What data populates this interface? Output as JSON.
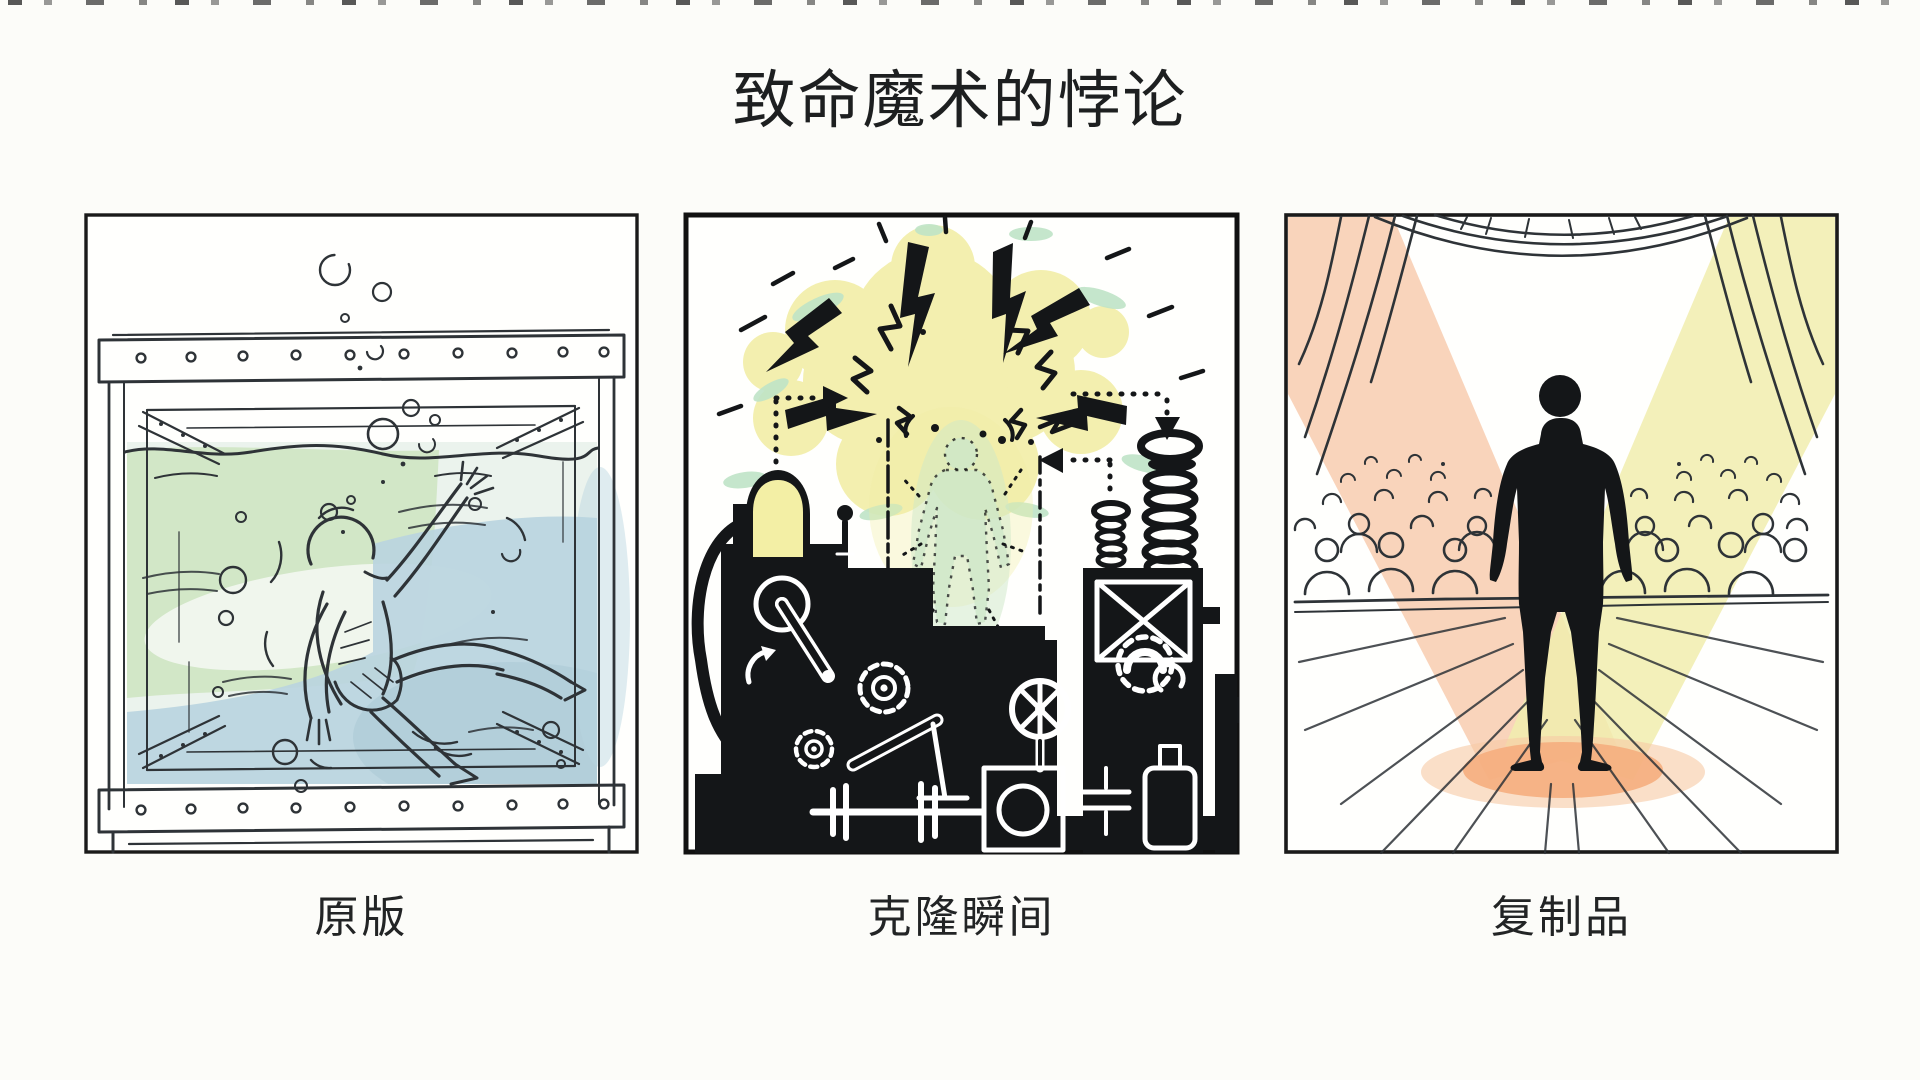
{
  "page": {
    "title": "致命魔术的悖论"
  },
  "panels": [
    {
      "label": "原版",
      "scene": "man-drowning-inside-riveted-glass-water-tank"
    },
    {
      "label": "克隆瞬间",
      "scene": "tesla-machine-electric-burst-cloning-figure"
    },
    {
      "label": "复制品",
      "scene": "black-silhouette-man-on-stage-with-spotlights-and-audience"
    }
  ],
  "colors": {
    "bg": "#fcfcf9",
    "ink": "#141618",
    "line": "#2e3337",
    "water-pale": "#e7f1ea",
    "water-green": "#cfe5c2",
    "water-blue": "#b9d4df",
    "water-deep": "#a9c9d6",
    "bubble-teal": "#b9ddd3",
    "spark-yellow": "#f1eda2",
    "spark-green": "#bfe4c7",
    "clone-green": "#cde7c8",
    "glow-yellow": "#f3efa5",
    "spot-peach": "#f8cfb4",
    "spot-yellow": "#f1edae",
    "glow-orange": "#f5ae7e",
    "glow-orange-soft": "#f7c9a5"
  }
}
